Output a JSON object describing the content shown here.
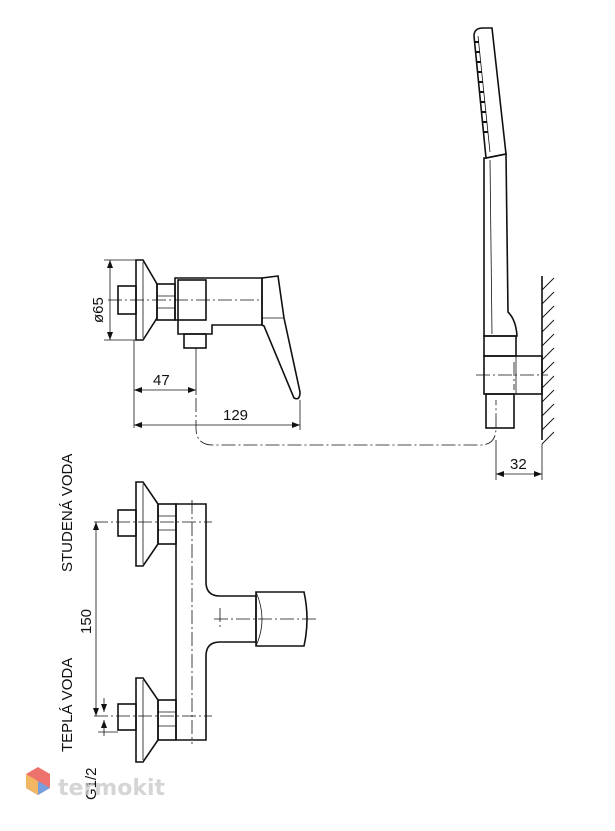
{
  "dimensions": {
    "diameter": "ø65",
    "depth": "47",
    "length": "129",
    "wall_offset": "32",
    "spacing": "150",
    "thread": "G1/2"
  },
  "labels": {
    "cold_water": "STUDENÁ VODA",
    "warm_water": "TEPLÁ VODA"
  },
  "watermark": {
    "text": "termokit",
    "colors": [
      "#e8423c",
      "#4a7fd4",
      "#f0a030"
    ]
  }
}
